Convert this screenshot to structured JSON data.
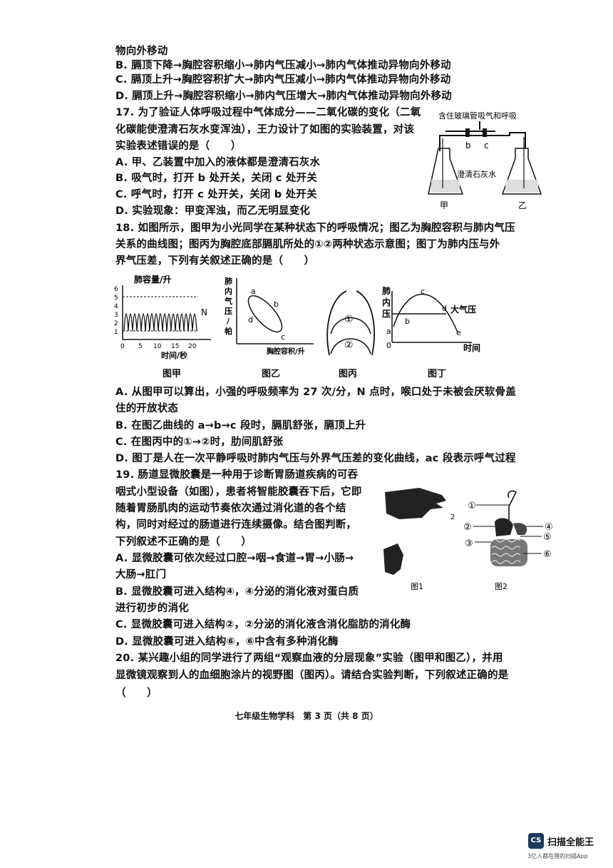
{
  "lines": {
    "l0": "物向外移动",
    "l1": "B. 膈顶下降→胸腔容积缩小→肺内气压减小→肺内气体推动异物向外移动",
    "l2": "C. 膈顶上升→胸腔容积扩大→肺内气压减小→肺内气体推动异物向外移动",
    "l3": "D. 膈顶上升→胸腔容积缩小→肺内气压增大→肺内气体推动异物向外移动",
    "q17a": "17. 为了验证人体呼吸过程中气体成分——二氧化碳的变化（二氧",
    "q17b": "化碳能使澄清石灰水变浑浊），王力设计了如图的实验装置，对该",
    "q17c": "实验表述错误的是（　　）",
    "q17A": "A. 甲、乙装置中加入的液体都是澄清石灰水",
    "q17B": "B. 吸气时，打开 b 处开关，关闭 c 处开关",
    "q17C": "C. 呼气时，打开 c 处开关，关闭 b 处开关",
    "q17D": "D. 实验现象：甲变浑浊，而乙无明显变化",
    "q18a": "18. 如图所示，图甲为小光同学在某种状态下的呼吸情况；图乙为胸腔容积与肺内气压",
    "q18b": "关系的曲线图；图丙为胸腔底部膈肌所处的①②两种状态示意图；图丁为肺内压与外",
    "q18c": "界气压差，下列有关叙述正确的是（　　）",
    "q18A1": "A. 从图甲可以算出，小强的呼吸频率为 27 次/分，N 点时，喉口处于未被会厌软骨盖",
    "q18A2": "住的开放状态",
    "q18B": "B. 在图乙曲线的 a→b→c 段时，膈肌舒张，膈顶上升",
    "q18C": "C. 在图丙中的①→②时，肋间肌舒张",
    "q18D": "D. 图丁是人在一次平静呼吸时肺内气压与外界气压差的变化曲线，ac 段表示呼气过程",
    "q19a": "19. 肠道显微胶囊是一种用于诊断胃肠道疾病的可吞",
    "q19b": "咽式小型设备（如图），患者将智能胶囊吞下后，它即",
    "q19c": "随着胃肠肌肉的运动节奏依次通过消化道的各个结",
    "q19d": "构，同时对经过的肠道进行连续摄像。结合图判断，",
    "q19e": "下列叙述不正确的是（　　）",
    "q19A1": "A. 显微胶囊可依次经过口腔→咽→食道→胃→小肠→",
    "q19A2": "大肠→肛门",
    "q19B1": "B. 显微胶囊可进入结构④，④分泌的消化液对蛋白质",
    "q19B2": "进行初步的消化",
    "q19C": "C. 显微胶囊可进入结构②，②分泌的消化液含消化脂肪的消化酶",
    "q19D": "D. 显微胶囊可进入结构⑥，⑥中含有多种消化酶",
    "q20a": "20. 某兴趣小组的同学进行了两组“观察血液的分层现象”实验（图甲和图乙），并用",
    "q20b": "显微镜观察到人的血细胞涂片的视野图（图丙）。请结合实验判断，下列叙述正确的是",
    "q20c": "（　　）"
  },
  "fig17": {
    "tube_label": "含住玻璃管吸气和呼吸",
    "b": "b",
    "c": "c",
    "liquid": "澄清石灰水",
    "left": "甲",
    "right": "乙"
  },
  "fig18": {
    "jia": {
      "ylabel": "肺容量/升",
      "yticks": [
        "6",
        "5",
        "4",
        "3",
        "2",
        "1"
      ],
      "xticks": [
        "0",
        "5",
        "10",
        "15",
        "20"
      ],
      "xlabel": "时间/秒",
      "point": "N",
      "caption": "图甲"
    },
    "yi": {
      "ylabel": [
        "肺",
        "内",
        "气",
        "压",
        "/",
        "帕"
      ],
      "xlabel": "胸腔容积/升",
      "pts": [
        "a",
        "b",
        "c",
        "d"
      ],
      "caption": "图乙"
    },
    "bing": {
      "s1": "①",
      "s2": "②",
      "caption": "图丙"
    },
    "ding": {
      "ylabel": [
        "肺",
        "内",
        "压"
      ],
      "zero": "0",
      "pts": [
        "a",
        "b",
        "c",
        "d",
        "e"
      ],
      "atm": "大气压",
      "xlabel": "时间",
      "caption": "图丁"
    }
  },
  "fig19": {
    "c1": "图1",
    "c2": "图2",
    "two": "2",
    "nums": [
      "①",
      "②",
      "③",
      "④",
      "⑤",
      "⑥"
    ]
  },
  "footer": "七年级生物学科　第 3 页（共 8 页）",
  "watermark": {
    "logo": "CS",
    "title": "扫描全能王",
    "sub": "3亿人都在用的扫描App"
  }
}
